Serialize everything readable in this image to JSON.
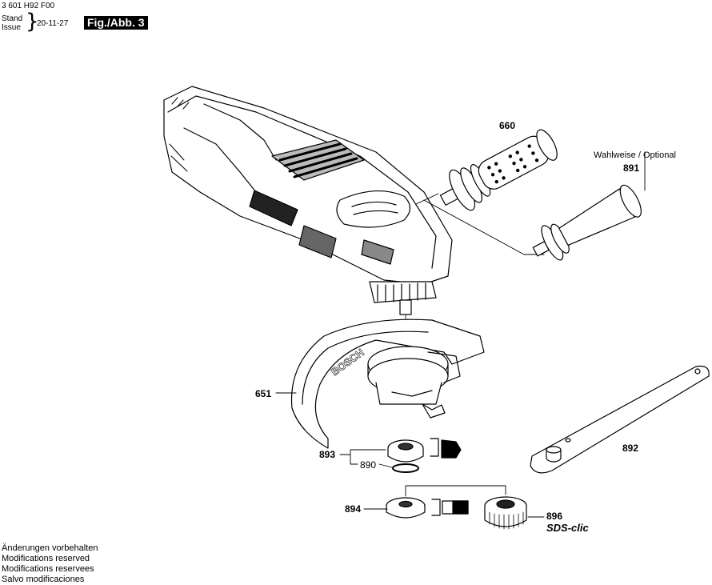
{
  "header": {
    "doc_number": "3 601 H92 F00",
    "stand_label": "Stand",
    "issue_label": "Issue",
    "date": "20-11-27",
    "fig_label": "Fig./Abb. 3"
  },
  "parts": {
    "p660": "660",
    "p891": "891",
    "p891_note": "Wahlweise / Optional",
    "p651": "651",
    "p893": "893",
    "p890": "890",
    "p894": "894",
    "p896": "896",
    "p896_note": "SDS-clic",
    "p892": "892"
  },
  "brand_text": "BOSCH",
  "footer": {
    "lines": [
      "Änderungen vorbehalten",
      "Modifications reserved",
      "Modifications reservees",
      "Salvo modificaciones"
    ]
  }
}
